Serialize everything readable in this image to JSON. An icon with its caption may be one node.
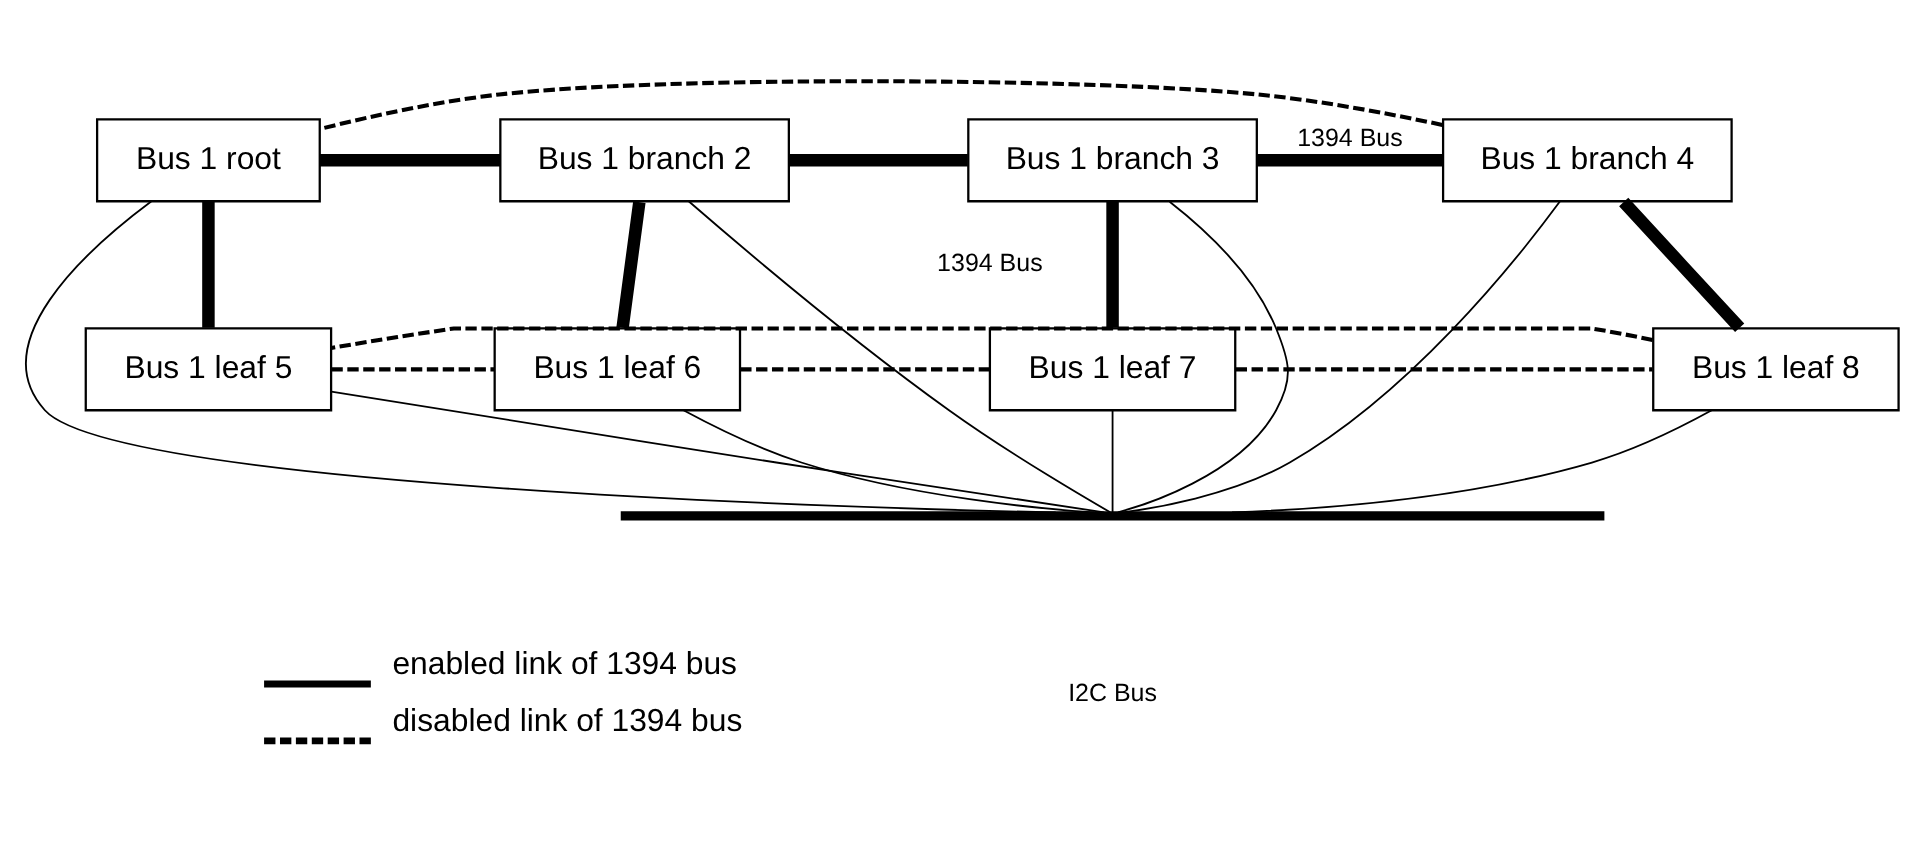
{
  "diagram": {
    "nodes": [
      {
        "text": [
          "Bus 1 root"
        ]
      },
      {
        "text": [
          "Bus 1 branch 2"
        ]
      },
      {
        "text": [
          "Bus 1 branch 3"
        ]
      },
      {
        "text": [
          "Bus 1 branch 4"
        ]
      },
      {
        "text": [
          "Bus 1 leaf 5"
        ]
      },
      {
        "text": [
          "Bus 1 leaf 6"
        ]
      },
      {
        "text": [
          "Bus 1 leaf 7"
        ]
      },
      {
        "text": [
          "Bus 1 leaf 8"
        ]
      },
      {
        "text": [],
        "shape": "bar"
      }
    ],
    "edges": [
      {
        "from": 0,
        "to": 1,
        "arrow": "none",
        "style": "thick"
      },
      {
        "from": 1,
        "to": 2,
        "arrow": "none",
        "style": "thick"
      },
      {
        "from": 2,
        "to": 3,
        "arrow": "none",
        "style": "thick",
        "label": "1394 Bus"
      },
      {
        "from": 0,
        "to": 4,
        "arrow": "none",
        "style": "thick"
      },
      {
        "from": 1,
        "to": 5,
        "arrow": "none",
        "style": "thick"
      },
      {
        "from": 2,
        "to": 6,
        "arrow": "none",
        "style": "thick"
      },
      {
        "from": 3,
        "to": 7,
        "arrow": "none",
        "style": "thick"
      },
      {
        "from": 3,
        "to": 0,
        "arrow": "none",
        "style": "dashed"
      },
      {
        "from": 4,
        "to": 5,
        "arrow": "none",
        "style": "dashed"
      },
      {
        "from": 5,
        "to": 6,
        "arrow": "none",
        "style": "dashed"
      },
      {
        "from": 6,
        "to": 7,
        "arrow": "none",
        "style": "dashed"
      },
      {
        "from": 7,
        "to": 4,
        "arrow": "none",
        "style": "dashed",
        "label": "1394 Bus"
      },
      {
        "from": 0,
        "to": 8,
        "arrow": "none"
      },
      {
        "from": 1,
        "to": 8,
        "arrow": "none"
      },
      {
        "from": 2,
        "to": 8,
        "arrow": "none"
      },
      {
        "from": 3,
        "to": 8,
        "arrow": "none"
      },
      {
        "from": 4,
        "to": 8,
        "arrow": "none"
      },
      {
        "from": 5,
        "to": 8,
        "arrow": "none"
      },
      {
        "from": 6,
        "to": 8,
        "arrow": "none"
      },
      {
        "from": 7,
        "to": 8,
        "arrow": "none"
      }
    ],
    "labels": [
      "I2C Bus"
    ],
    "legend": [
      {
        "text": "enabled link of 1394 bus"
      },
      {
        "text": "disabled link of 1394 bus"
      }
    ]
  }
}
